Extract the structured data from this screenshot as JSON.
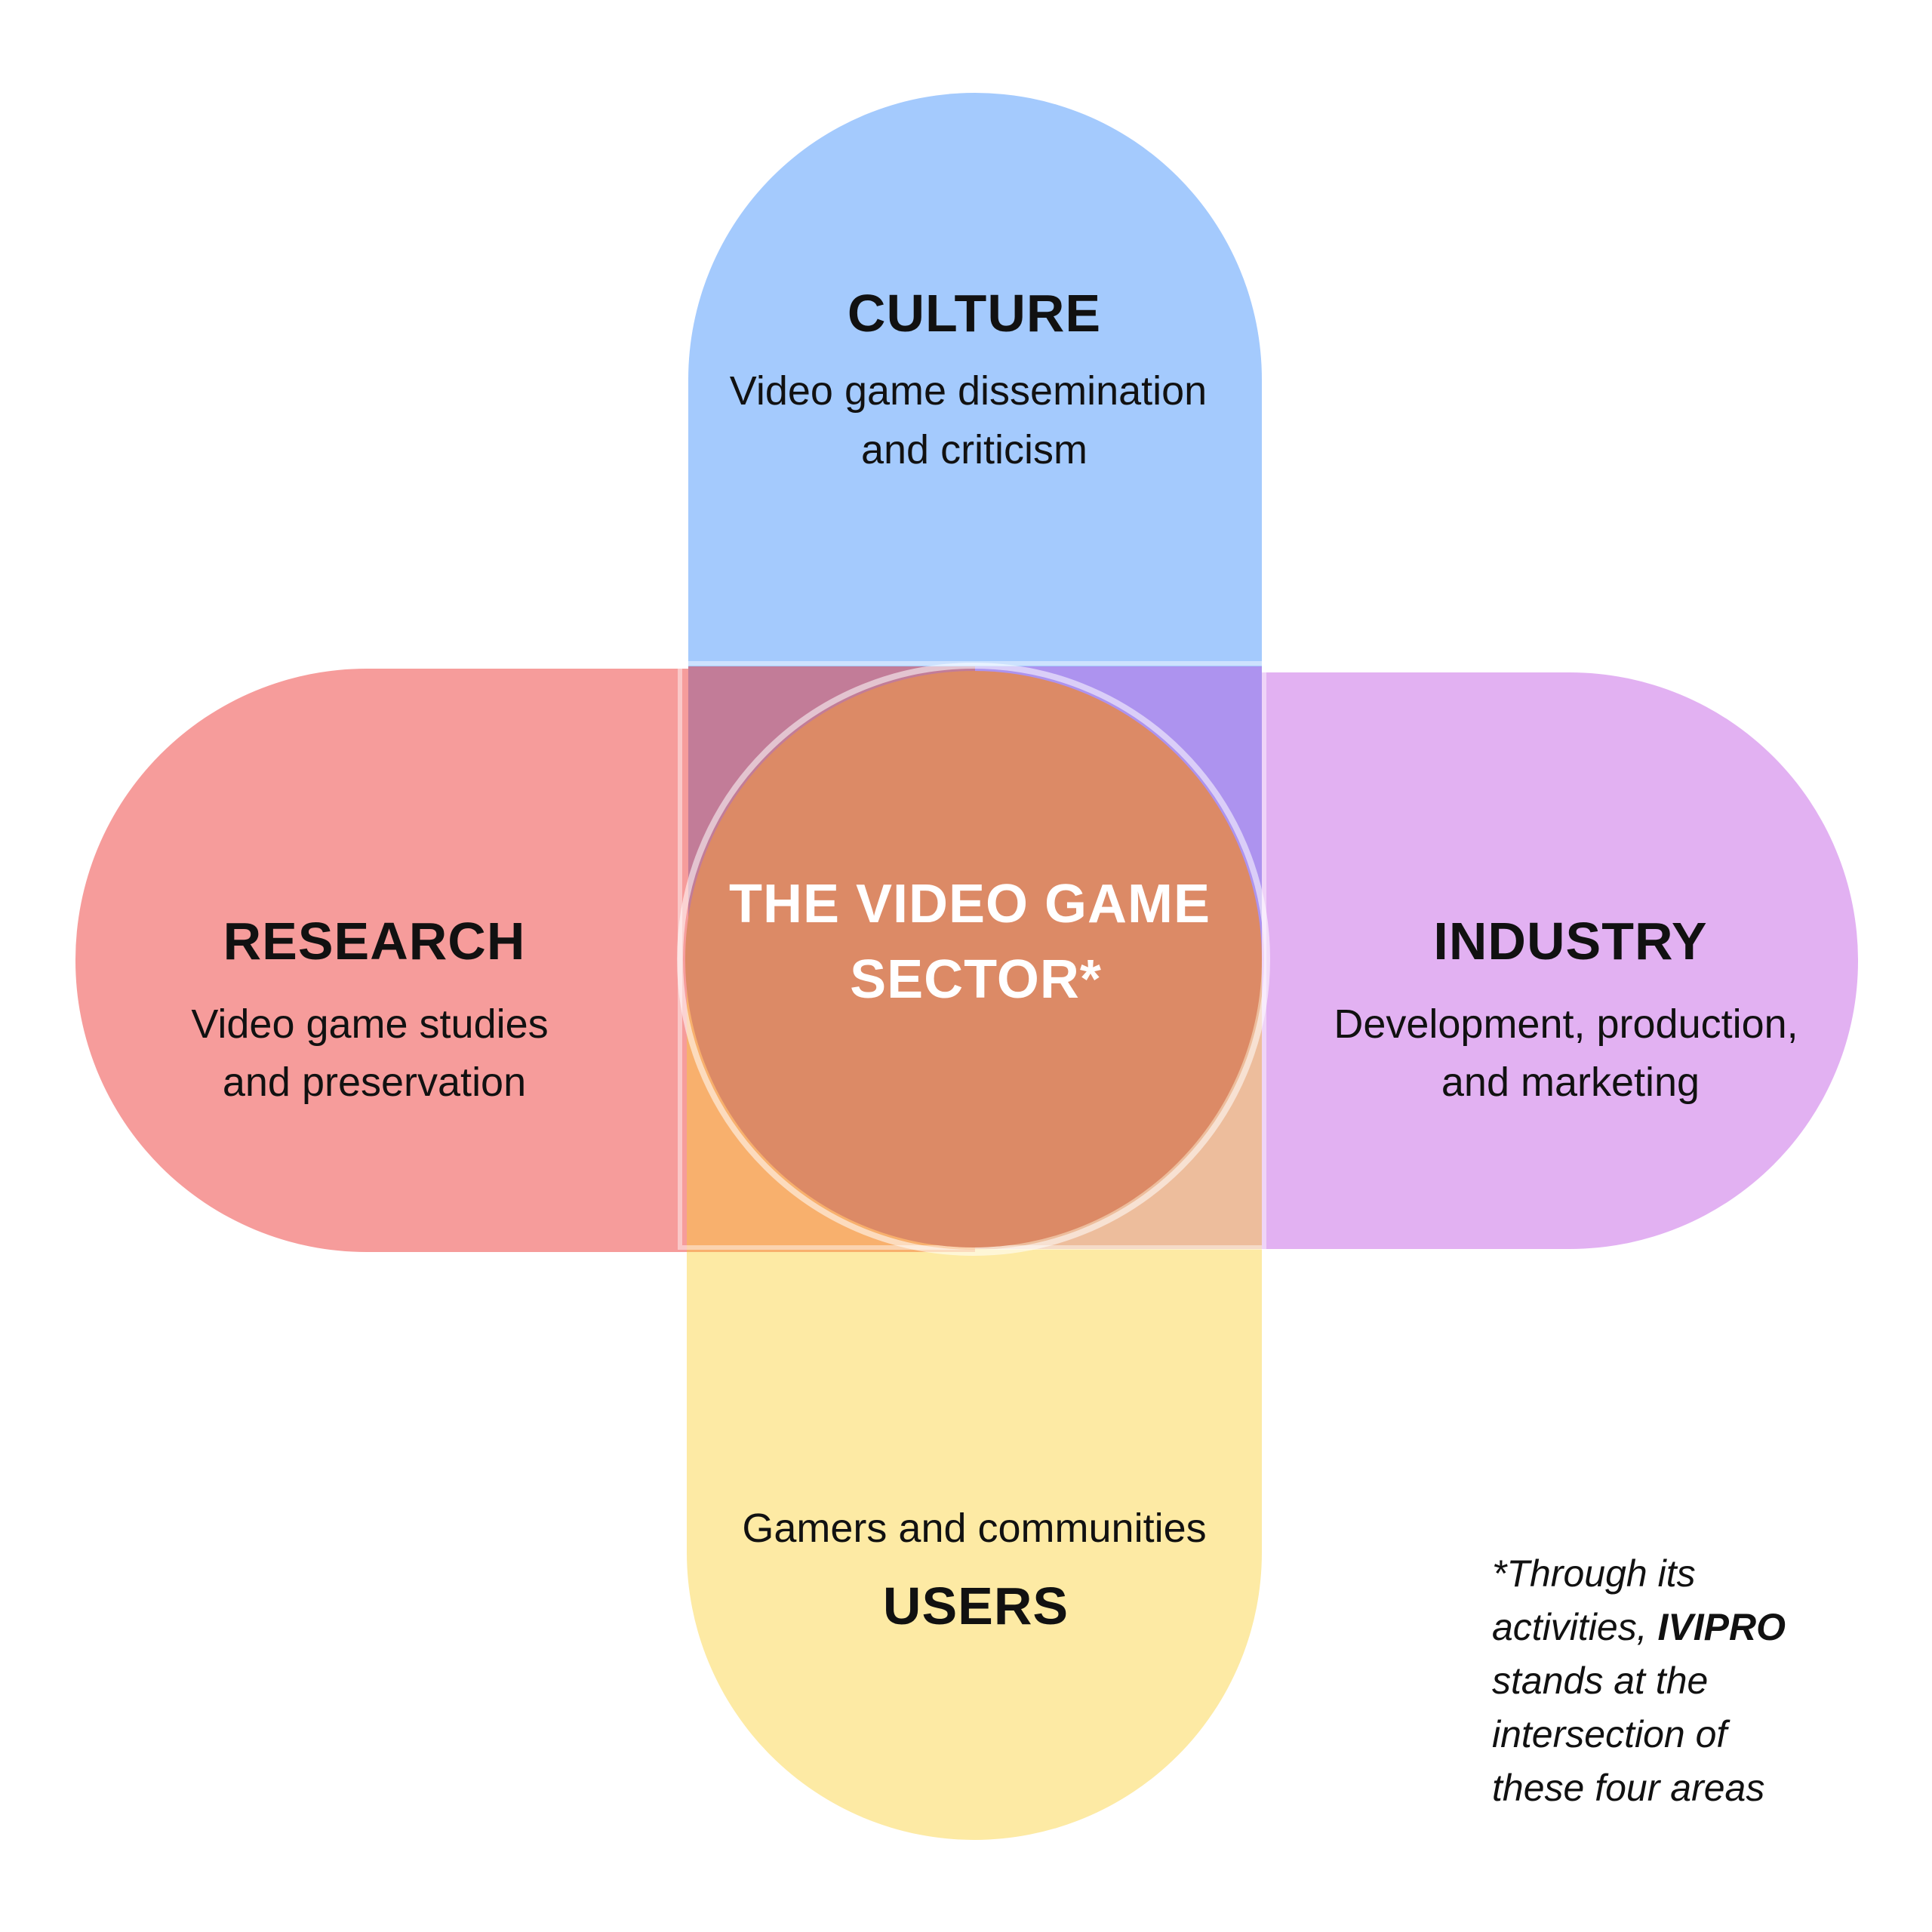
{
  "colors": {
    "culture": "#a4cafd",
    "research": "#f69c9b",
    "industry": "#e2b1f2",
    "users": "#fdeaa4",
    "culture_research": "#c27c98",
    "culture_industry": "#ad93ef",
    "research_users": "#f8b06d",
    "industry_users": "#edbd9c",
    "center": "#dc8a66"
  },
  "culture": {
    "title": "CULTURE",
    "line1": "Video game dissemination",
    "line2": "and criticism"
  },
  "research": {
    "title": "RESEARCH",
    "line1": "Video game studies",
    "line2": "and preservation"
  },
  "industry": {
    "title": "INDUSTRY",
    "line1": "Development, production,",
    "line2": "and marketing"
  },
  "users": {
    "title": "USERS",
    "line1": "Gamers and communities"
  },
  "center": {
    "line1": "THE VIDEO GAME",
    "line2": "SECTOR*"
  },
  "footnote": {
    "line1": "*Through its",
    "line2_pre": "activities, ",
    "line2_bold": "IVIPRO",
    "line3": "stands at the",
    "line4": "intersection of",
    "line5": "these four areas"
  }
}
